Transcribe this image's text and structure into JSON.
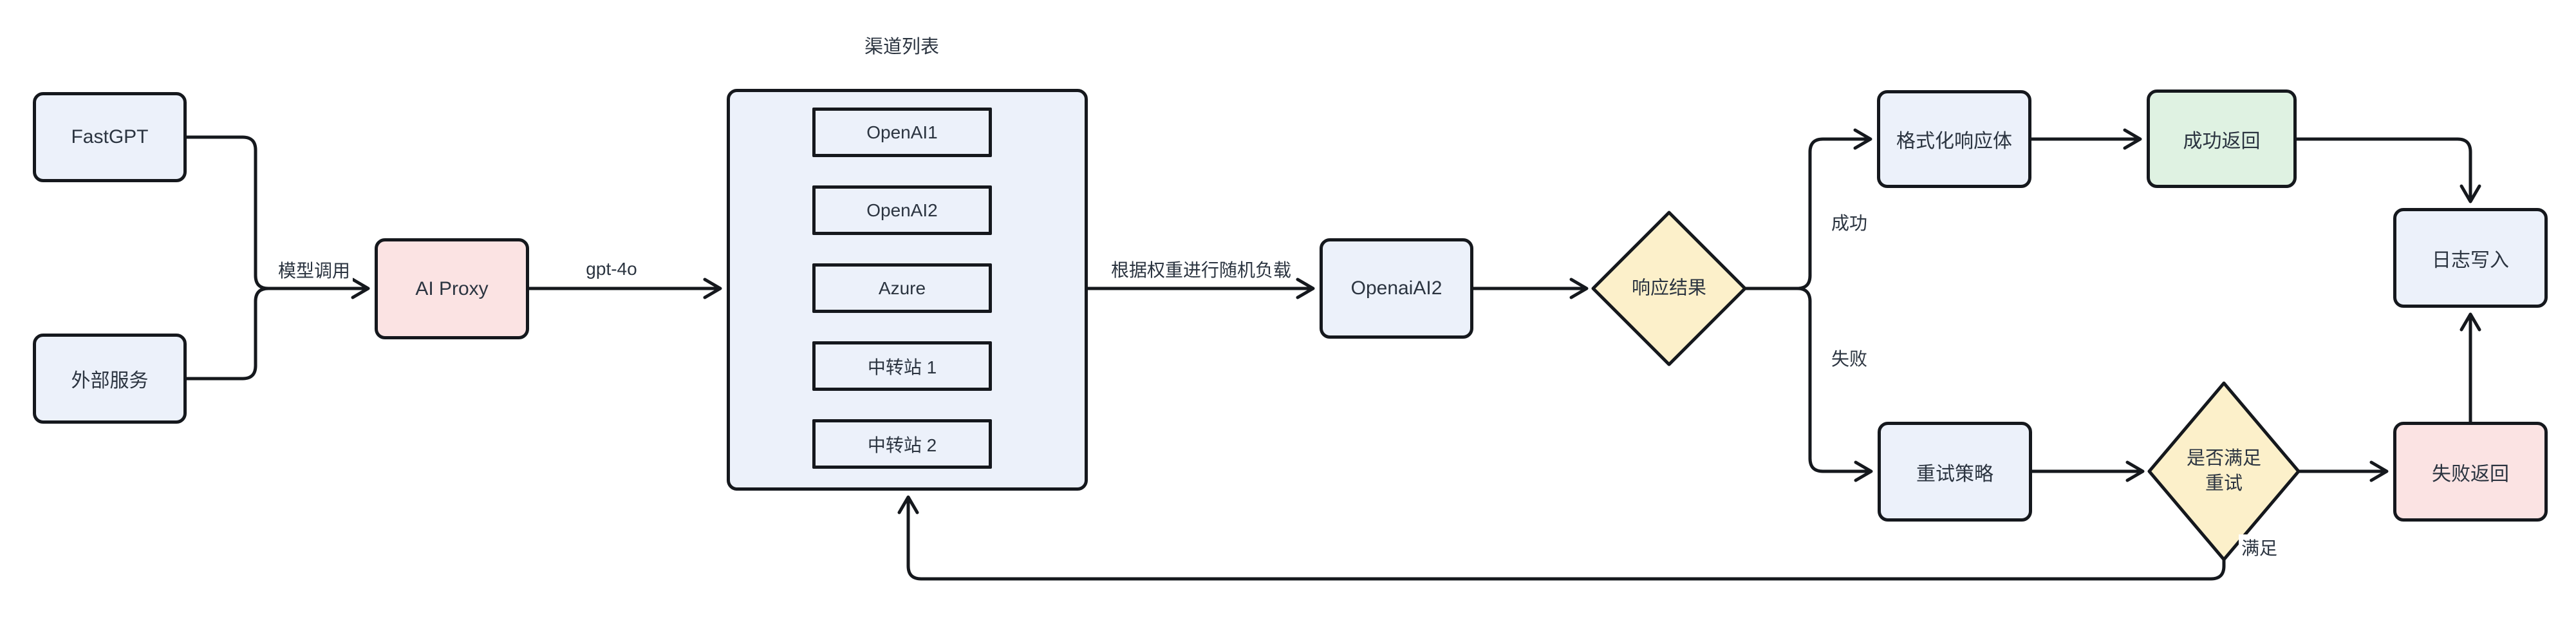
{
  "diagram": {
    "background": "#ffffff",
    "colors": {
      "line": "#15181d",
      "text": "#2b3440",
      "node_blue": "#ecf1fa",
      "node_pink": "#fbe3e3",
      "node_green": "#dff2e2",
      "diamond_yellow": "#fcf0ca"
    }
  },
  "nodes": {
    "fastgpt": {
      "label": "FastGPT"
    },
    "external_service": {
      "label": "外部服务"
    },
    "ai_proxy": {
      "label": "AI Proxy"
    },
    "openai_ai2": {
      "label": "OpenaiAI2"
    },
    "response_result": {
      "label": "响应结果"
    },
    "format_response": {
      "label": "格式化响应体"
    },
    "success_return": {
      "label": "成功返回"
    },
    "log_write": {
      "label": "日志写入"
    },
    "retry_strategy": {
      "label": "重试策略"
    },
    "retry_check": {
      "line1": "是否满足",
      "line2": "重试"
    },
    "fail_return": {
      "label": "失败返回"
    }
  },
  "channels": {
    "title": "渠道列表",
    "items": [
      {
        "label": "OpenAI1"
      },
      {
        "label": "OpenAI2"
      },
      {
        "label": "Azure"
      },
      {
        "label": "中转站 1"
      },
      {
        "label": "中转站 2"
      }
    ]
  },
  "edge_labels": {
    "model_call": "模型调用",
    "model_name": "gpt-4o",
    "load_balance": "根据权重进行随机负载",
    "success": "成功",
    "fail": "失败",
    "satisfy": "满足"
  }
}
